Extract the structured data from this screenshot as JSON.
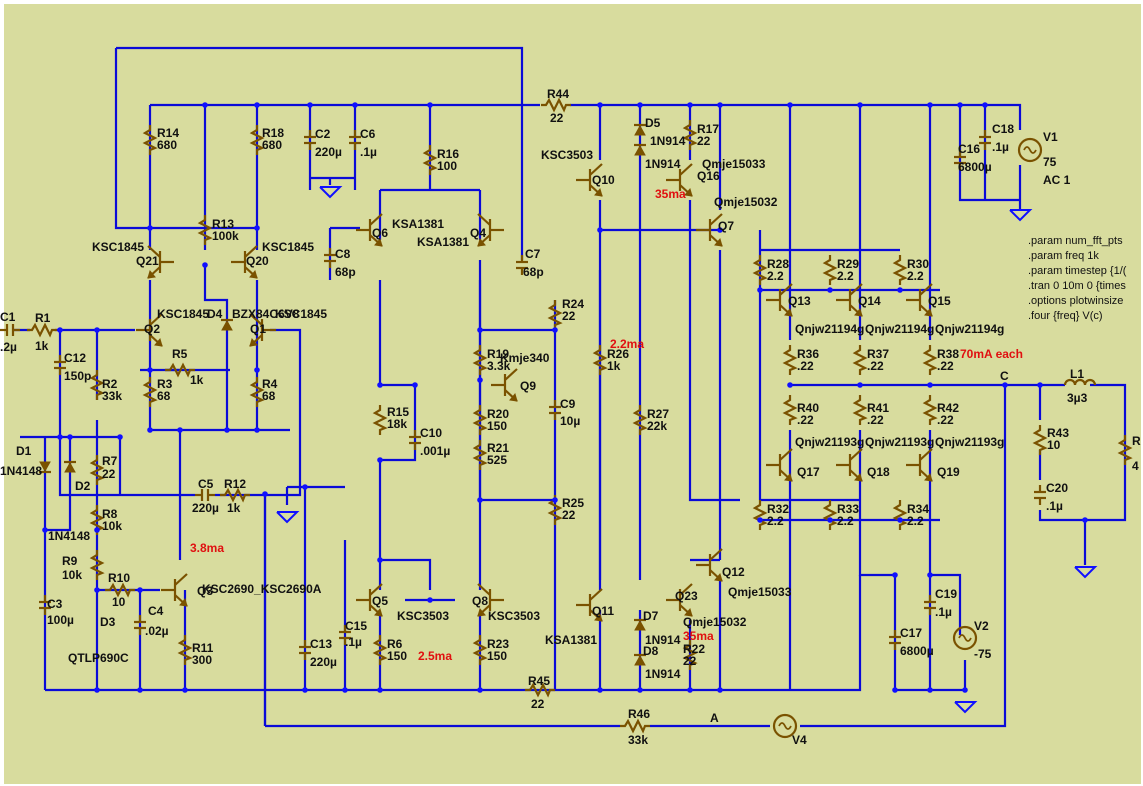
{
  "colors": {
    "background": "#d8dc9e",
    "wire": "#0a0ad8",
    "component": "#7a5200",
    "label": "#111111",
    "annotation": "#e01010"
  },
  "labels": {
    "c1": "C1",
    "c1v": ".2µ",
    "r1": "R1",
    "r1v": "1k",
    "c12": "C12",
    "c12v": "150p",
    "r2": "R2",
    "r2v": "33k",
    "d1": "D1",
    "d1v": "1N4148",
    "d2": "D2",
    "d2v": "1N4148",
    "r7": "R7",
    "r7v": "22",
    "r8": "R8",
    "r8v": "10k",
    "r9": "R9",
    "r9v": "10k",
    "r10": "R10",
    "r10v": "10",
    "c3": "C3",
    "c3v": "100µ",
    "d3": "D3",
    "d3v": "QTLP690C",
    "c4": "C4",
    "c4v": ".02µ",
    "q3": "Q3",
    "q3t": "KSC2690_KSC2690A",
    "r11": "R11",
    "r11v": "300",
    "r14": "R14",
    "r14v": "680",
    "r18": "R18",
    "r18v": "680",
    "r13": "R13",
    "r13v": "100k",
    "q21": "Q21",
    "q21t": "KSC1845",
    "q20": "Q20",
    "q20t": "KSC1845",
    "q2": "Q2",
    "q2t": "KSC1845",
    "q1": "Q1",
    "q1t": "KSC1845",
    "d4": "D4",
    "d4v": "BZX84C6V8",
    "r5": "R5",
    "r5v": "1k",
    "r3": "R3",
    "r3v": "68",
    "r4": "R4",
    "r4v": "68",
    "c5": "C5",
    "c5v": "220µ",
    "r12": "R12",
    "r12v": "1k",
    "c2": "C2",
    "c2v": "220µ",
    "c6": "C6",
    "c6v": ".1µ",
    "r16": "R16",
    "r16v": "100",
    "q6": "Q6",
    "q6t": "KSA1381",
    "q4": "Q4",
    "q4t": "KSA1381",
    "c8": "C8",
    "c8v": "68p",
    "c7": "C7",
    "c7v": "68p",
    "r15": "R15",
    "r15v": "18k",
    "c10": "C10",
    "c10v": ".001µ",
    "r19": "R19",
    "r19v": "3.3k",
    "q9": "Q9",
    "q9t": "Kmje340",
    "r20": "R20",
    "r20v": "150",
    "r21": "R21",
    "r21v": "525",
    "c9": "C9",
    "c9v": "10µ",
    "r24": "R24",
    "r24v": "22",
    "r25": "R25",
    "r25v": "22",
    "q5": "Q5",
    "q5t": "KSC3503",
    "q8": "Q8",
    "q8t": "KSC3503",
    "r6": "R6",
    "r6v": "150",
    "r23": "R23",
    "r23v": "150",
    "c13": "C13",
    "c13v": "220µ",
    "c15": "C15",
    "c15v": ".1µ",
    "r45": "R45",
    "r45v": "22",
    "r46": "R46",
    "r46v": "33k",
    "r44": "R44",
    "r44v": "22",
    "q10": "Q10",
    "q10t": "KSC3503",
    "q11": "Q11",
    "q11t": "KSA1381",
    "r26": "R26",
    "r26v": "1k",
    "r27": "R27",
    "r27v": "22k",
    "d5": "D5",
    "d5v": "1N914",
    "d6v": "1N914",
    "d7": "D7",
    "d7v": "1N914",
    "d8": "D8",
    "d8v": "1N914",
    "r17": "R17",
    "r17v": "22",
    "q16": "Q16",
    "q16t": "Qmje15033",
    "q7": "Q7",
    "q7t": "Qmje15032",
    "q12": "Q12",
    "q12t": "Qmje15033",
    "q23": "Q23",
    "q23t": "Qmje15032",
    "r22": "R22",
    "r22v": "22",
    "r28": "R28",
    "r28v": "2.2",
    "r29": "R29",
    "r29v": "2.2",
    "r30": "R30",
    "r30v": "2.2",
    "q13": "Q13",
    "q14": "Q14",
    "q15": "Q15",
    "qtop": "Qnjw21194g",
    "r36": "R36",
    "r36v": ".22",
    "r37": "R37",
    "r37v": ".22",
    "r38": "R38",
    "r38v": ".22",
    "r40": "R40",
    "r40v": ".22",
    "r41": "R41",
    "r41v": ".22",
    "r42": "R42",
    "r42v": ".22",
    "q17": "Q17",
    "q18": "Q18",
    "q19": "Q19",
    "qbot": "Qnjw21193g",
    "r32": "R32",
    "r32v": "2.2",
    "r33": "R33",
    "r33v": "2.2",
    "r34": "R34",
    "r34v": "2.2",
    "c16": "C16",
    "c16v": "6800µ",
    "c18": "C18",
    "c18v": ".1µ",
    "v1": "V1",
    "v1v": "75",
    "v1ac": "AC 1",
    "c17": "C17",
    "c17v": "6800µ",
    "c19": "C19",
    "c19v": ".1µ",
    "v2": "V2",
    "v2v": "-75",
    "l1": "L1",
    "l1v": "3µ3",
    "r43": "R43",
    "r43v": "10",
    "c20": "C20",
    "c20v": ".1µ",
    "rl": "R",
    "rlv": "4",
    "nodeC": "C",
    "nodeA": "A",
    "v4": "V4"
  },
  "annotations": {
    "a1": "3.8ma",
    "a2": "2.5ma",
    "a3": "2.2ma",
    "a4": "35ma",
    "a5": "35ma",
    "a6": "70mA each"
  },
  "directives": [
    ".param num_fft_pts",
    ".param freq 1k",
    ".param timestep {1/(",
    ".tran 0 10m 0 {times",
    ".options plotwinsize",
    ".four {freq} V(c)"
  ]
}
